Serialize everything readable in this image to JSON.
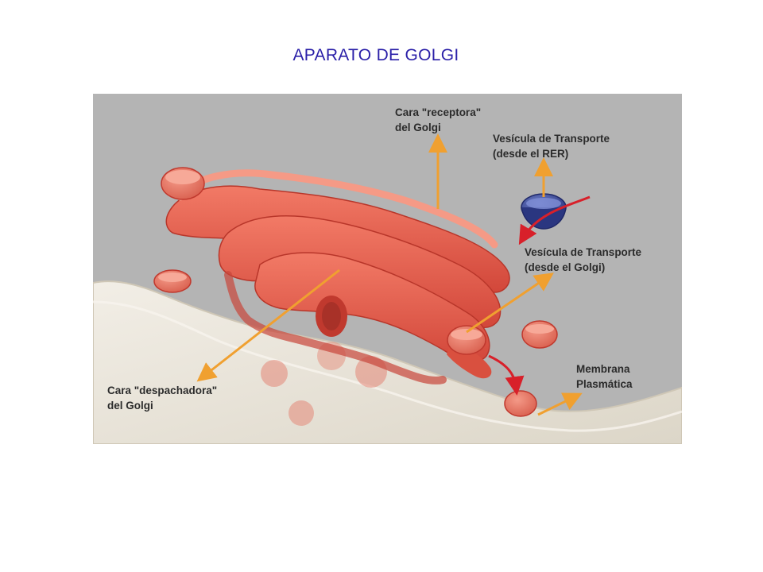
{
  "slide": {
    "title": "APARATO DE GOLGI"
  },
  "labels": {
    "cis_line1": "Cara \"receptora\"",
    "cis_line2": "del Golgi",
    "rer_line1": "Vesícula de Transporte",
    "rer_line2": "(desde el RER)",
    "golgi_line1": "Vesícula de Transporte",
    "golgi_line2": "(desde el Golgi)",
    "membrane_line1": "Membrana",
    "membrane_line2": "Plasmática",
    "trans_line1": "Cara \"despachadora\"",
    "trans_line2": "del Golgi"
  },
  "colors": {
    "background": "#b4b4b4",
    "cisternae": "#e25a48",
    "cisternae_dark": "#b8362a",
    "membrane": "#e9e4d9",
    "arrow": "#f0a030",
    "vesicle_rer": "#3c4ea0",
    "flow_arrow": "#d8202a"
  }
}
